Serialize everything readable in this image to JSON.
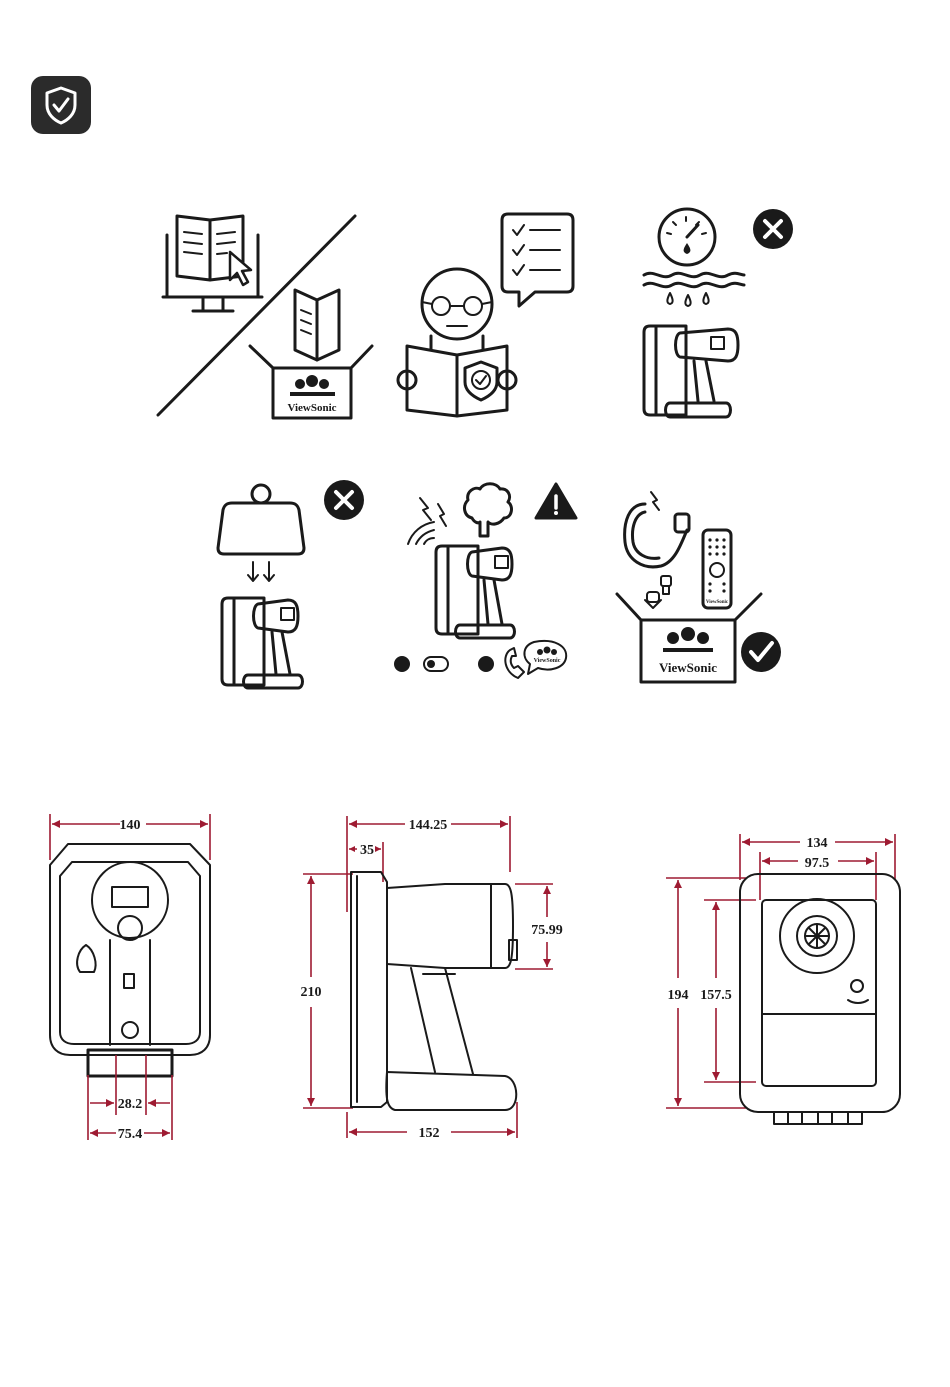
{
  "header": {
    "icon": "shield-check-icon"
  },
  "safety_panels": [
    {
      "id": "read-manual",
      "icons": [
        "monitor-book-icon",
        "printed-manual-icon",
        "box-icon"
      ],
      "brand": "ViewSonic"
    },
    {
      "id": "follow-instructions",
      "icons": [
        "person-reading-icon",
        "checklist-icon",
        "shield-check-icon"
      ]
    },
    {
      "id": "no-moisture",
      "icons": [
        "hygrometer-icon",
        "water-drops-icon",
        "projector-icon",
        "prohibited-icon"
      ]
    },
    {
      "id": "no-heavy-objects",
      "icons": [
        "weight-icon",
        "down-arrows-icon",
        "projector-icon",
        "prohibited-icon"
      ]
    },
    {
      "id": "abnormal-operation",
      "icons": [
        "sparks-icon",
        "smoke-icon",
        "projector-icon",
        "warning-icon",
        "power-off-icon",
        "contact-support-icon"
      ],
      "brand": "ViewSonic"
    },
    {
      "id": "accessories",
      "icons": [
        "power-cable-icon",
        "remote-control-icon",
        "adapter-icon",
        "box-icon",
        "approved-icon"
      ],
      "brand": "ViewSonic",
      "remote_brand": "ViewSonic"
    }
  ],
  "dimensions": {
    "front": {
      "width": "140",
      "base_inner": "28.2",
      "base_outer": "75.4"
    },
    "side": {
      "depth_top": "144.25",
      "offset": "35",
      "height": "210",
      "lens_height": "75.99",
      "depth_bottom": "152"
    },
    "back": {
      "width": "134",
      "inner_width": "97.5",
      "height": "194",
      "inner_height": "157.5"
    }
  },
  "colors": {
    "dimension_line": "#9e1b32",
    "ink": "#1a1a1a",
    "icon_bg": "#2b2b2b"
  }
}
